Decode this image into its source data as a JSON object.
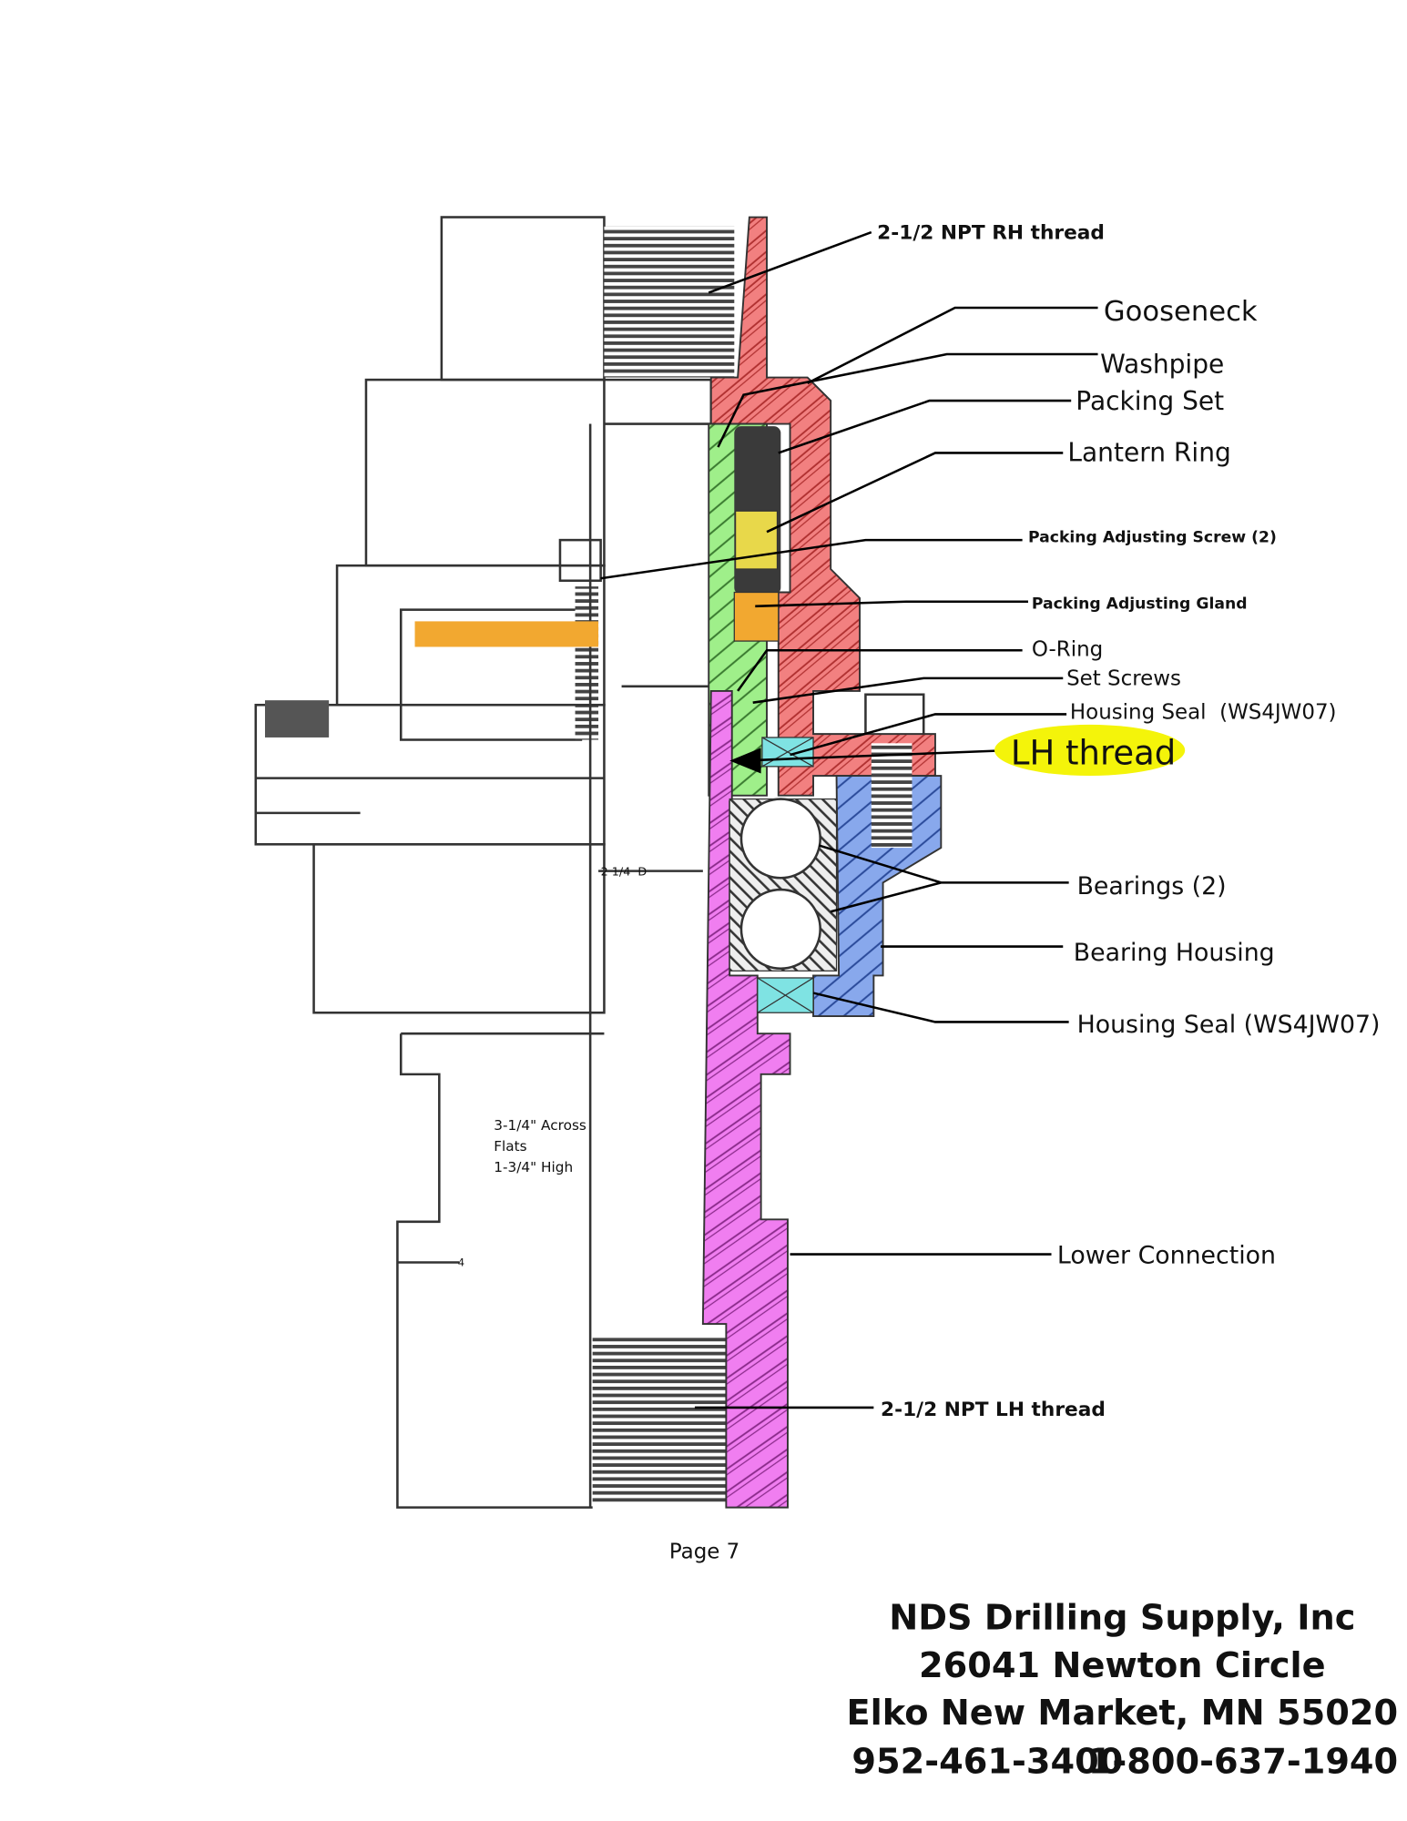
{
  "labels": {
    "npt_rh": "2-1/2 NPT RH thread",
    "gooseneck": "Gooseneck",
    "washpipe": "Washpipe",
    "packing_set": "Packing Set",
    "lantern_ring": "Lantern Ring",
    "adj_screw": "Packing Adjusting Screw (2)",
    "adj_gland": "Packing Adjusting Gland",
    "o_ring": "O-Ring",
    "set_screws": "Set Screws",
    "housing_seal_top": "Housing Seal  (WS4JW07)",
    "lh_thread": "LH thread",
    "bearings": "Bearings (2)",
    "bearing_housing": "Bearing Housing",
    "housing_seal_bottom": "Housing Seal (WS4JW07)",
    "lower_connection": "Lower Connection",
    "npt_lh": "2-1/2 NPT LH thread"
  },
  "dimensions": {
    "diameter": "2 1/4  D",
    "flats_line1": "3-1/4\" Across",
    "flats_line2": "Flats",
    "flats_line3": "1-3/4\" High",
    "mark": "4"
  },
  "page_label": "Page 7",
  "company": {
    "name": "NDS Drilling Supply, Inc",
    "street": "26041 Newton Circle",
    "city": "Elko New Market, MN 55020",
    "phone1": "952-461-3400",
    "phone2": "1-800-637-1940"
  },
  "colors": {
    "gooseneck": "#f28080",
    "washpipe": "#9fef8a",
    "packing": "#3a3a3a",
    "lantern": "#e8d84a",
    "gland": "#f2a830",
    "seal": "#7fe3e3",
    "housing": "#88a8ec",
    "lower": "#f07ef0",
    "highlight": "#f4f40a"
  }
}
